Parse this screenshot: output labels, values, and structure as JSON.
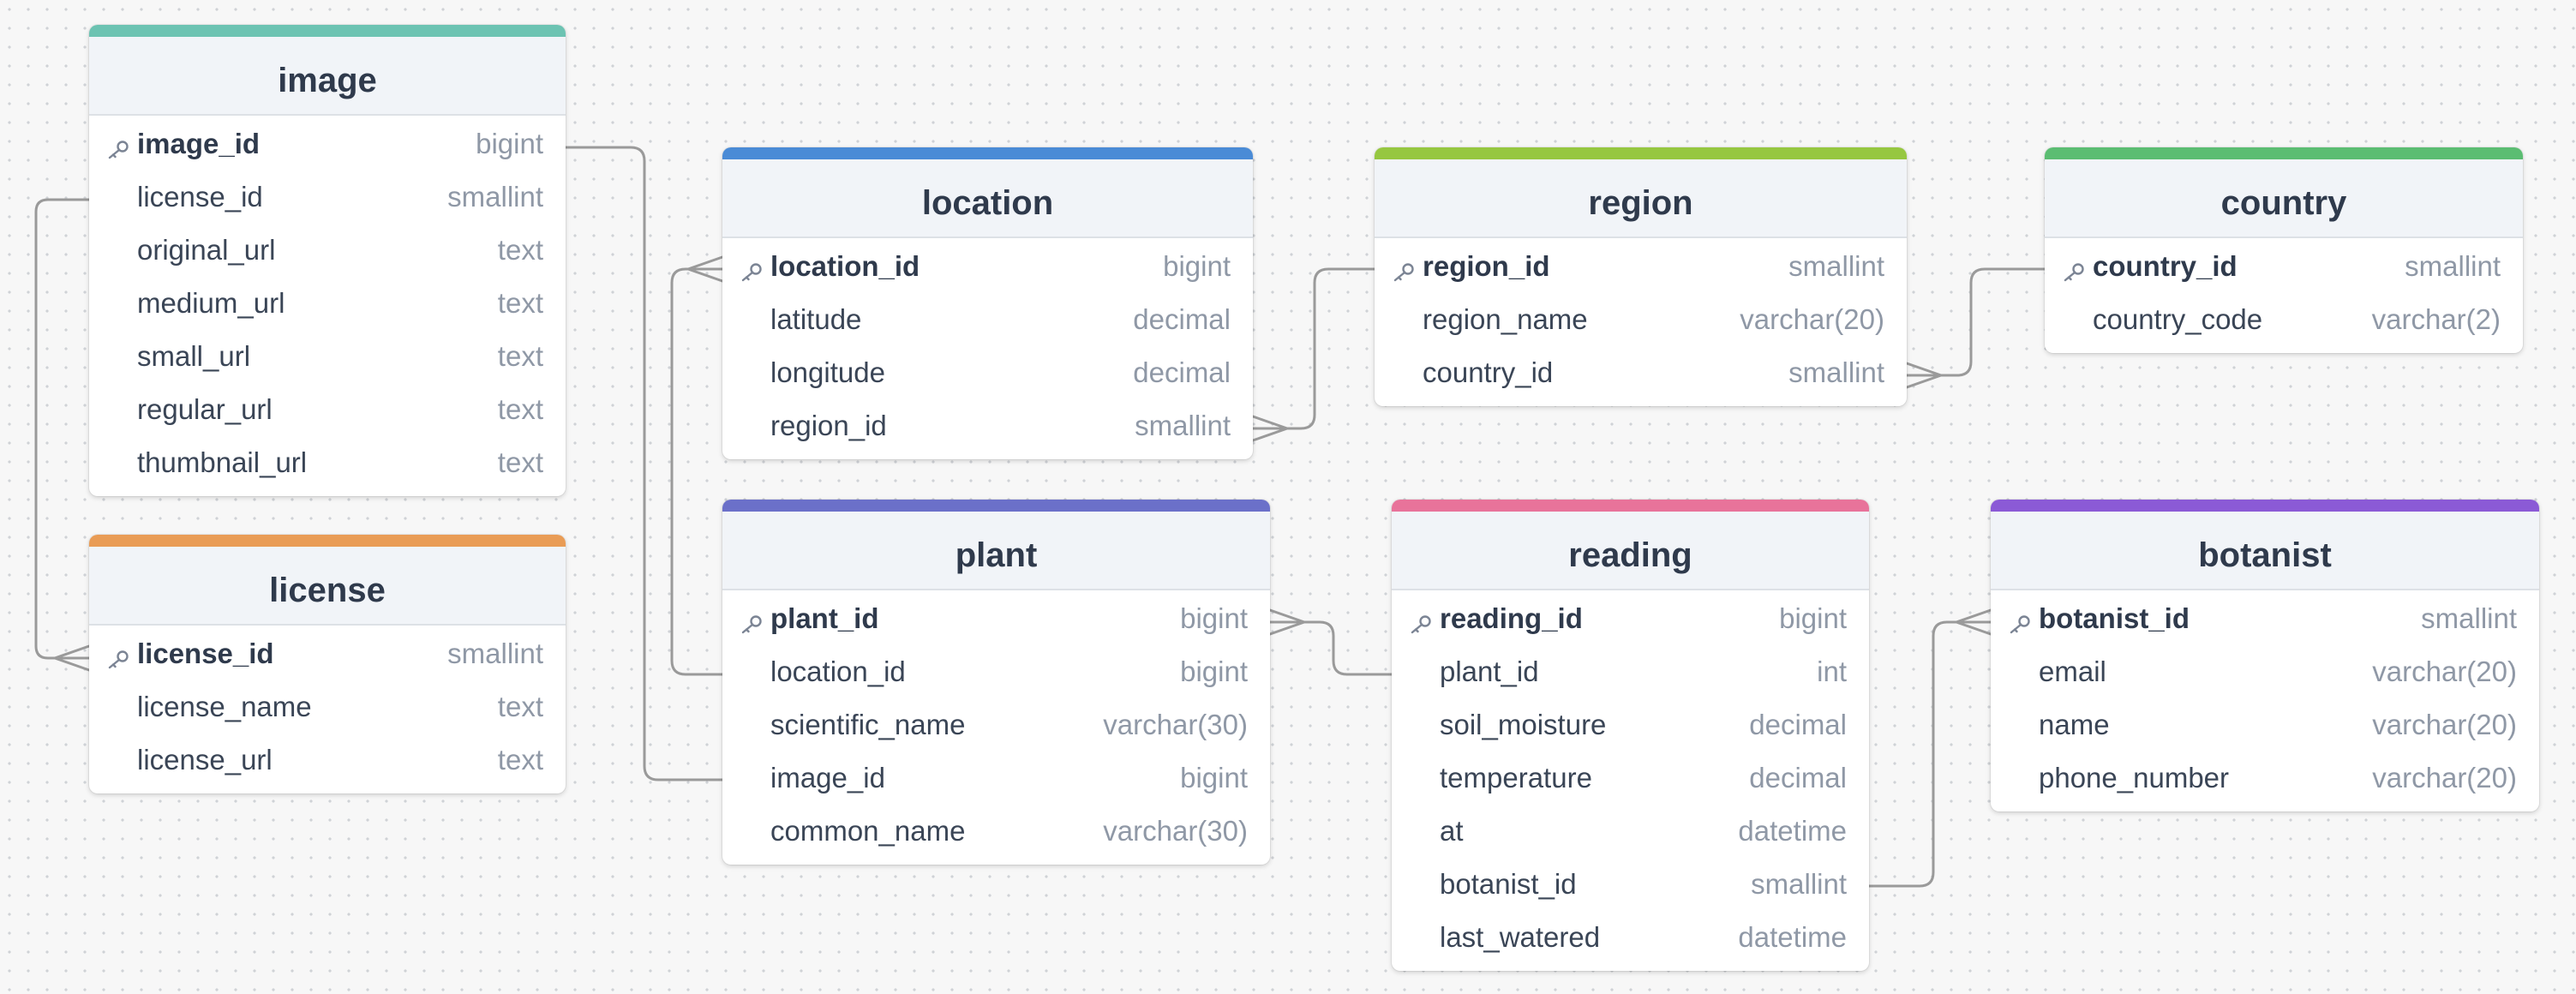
{
  "tables": {
    "image": {
      "name": "image",
      "accent": "#6cc3b2",
      "fields": [
        {
          "name": "image_id",
          "type": "bigint"
        },
        {
          "name": "license_id",
          "type": "smallint"
        },
        {
          "name": "original_url",
          "type": "text"
        },
        {
          "name": "medium_url",
          "type": "text"
        },
        {
          "name": "small_url",
          "type": "text"
        },
        {
          "name": "regular_url",
          "type": "text"
        },
        {
          "name": "thumbnail_url",
          "type": "text"
        }
      ]
    },
    "license": {
      "name": "license",
      "accent": "#e99c55",
      "fields": [
        {
          "name": "license_id",
          "type": "smallint"
        },
        {
          "name": "license_name",
          "type": "text"
        },
        {
          "name": "license_url",
          "type": "text"
        }
      ]
    },
    "location": {
      "name": "location",
      "accent": "#4a8bd6",
      "fields": [
        {
          "name": "location_id",
          "type": "bigint"
        },
        {
          "name": "latitude",
          "type": "decimal"
        },
        {
          "name": "longitude",
          "type": "decimal"
        },
        {
          "name": "region_id",
          "type": "smallint"
        }
      ]
    },
    "region": {
      "name": "region",
      "accent": "#96c740",
      "fields": [
        {
          "name": "region_id",
          "type": "smallint"
        },
        {
          "name": "region_name",
          "type": "varchar(20)"
        },
        {
          "name": "country_id",
          "type": "smallint"
        }
      ]
    },
    "country": {
      "name": "country",
      "accent": "#5bbd72",
      "fields": [
        {
          "name": "country_id",
          "type": "smallint"
        },
        {
          "name": "country_code",
          "type": "varchar(2)"
        }
      ]
    },
    "plant": {
      "name": "plant",
      "accent": "#6b70c9",
      "fields": [
        {
          "name": "plant_id",
          "type": "bigint"
        },
        {
          "name": "location_id",
          "type": "bigint"
        },
        {
          "name": "scientific_name",
          "type": "varchar(30)"
        },
        {
          "name": "image_id",
          "type": "bigint"
        },
        {
          "name": "common_name",
          "type": "varchar(30)"
        }
      ]
    },
    "reading": {
      "name": "reading",
      "accent": "#e8739a",
      "fields": [
        {
          "name": "reading_id",
          "type": "bigint"
        },
        {
          "name": "plant_id",
          "type": "int"
        },
        {
          "name": "soil_moisture",
          "type": "decimal"
        },
        {
          "name": "temperature",
          "type": "decimal"
        },
        {
          "name": "at",
          "type": "datetime"
        },
        {
          "name": "botanist_id",
          "type": "smallint"
        },
        {
          "name": "last_watered",
          "type": "datetime"
        }
      ]
    },
    "botanist": {
      "name": "botanist",
      "accent": "#8b5ad6",
      "fields": [
        {
          "name": "botanist_id",
          "type": "smallint"
        },
        {
          "name": "email",
          "type": "varchar(20)"
        },
        {
          "name": "name",
          "type": "varchar(20)"
        },
        {
          "name": "phone_number",
          "type": "varchar(20)"
        }
      ]
    }
  },
  "relationships": [
    {
      "from": "image.license_id",
      "to": "license.license_id",
      "cardinality": "many-to-one"
    },
    {
      "from": "plant.image_id",
      "to": "image.image_id",
      "cardinality": "many-to-one"
    },
    {
      "from": "plant.location_id",
      "to": "location.location_id",
      "cardinality": "many-to-one"
    },
    {
      "from": "location.region_id",
      "to": "region.region_id",
      "cardinality": "many-to-one"
    },
    {
      "from": "region.country_id",
      "to": "country.country_id",
      "cardinality": "many-to-one"
    },
    {
      "from": "reading.plant_id",
      "to": "plant.plant_id",
      "cardinality": "many-to-one"
    },
    {
      "from": "reading.botanist_id",
      "to": "botanist.botanist_id",
      "cardinality": "many-to-one"
    }
  ]
}
